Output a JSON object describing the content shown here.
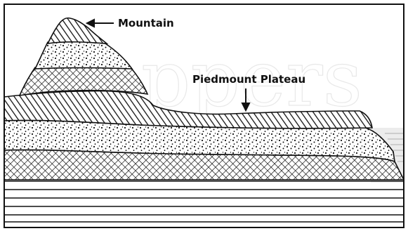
{
  "diagram": {
    "labels": {
      "mountain": "Mountain",
      "plateau": "Piedmount Plateau"
    },
    "watermark": "Toppers",
    "line_color": "#111111",
    "background": "#ffffff",
    "water_color": "#e6e6e6"
  }
}
